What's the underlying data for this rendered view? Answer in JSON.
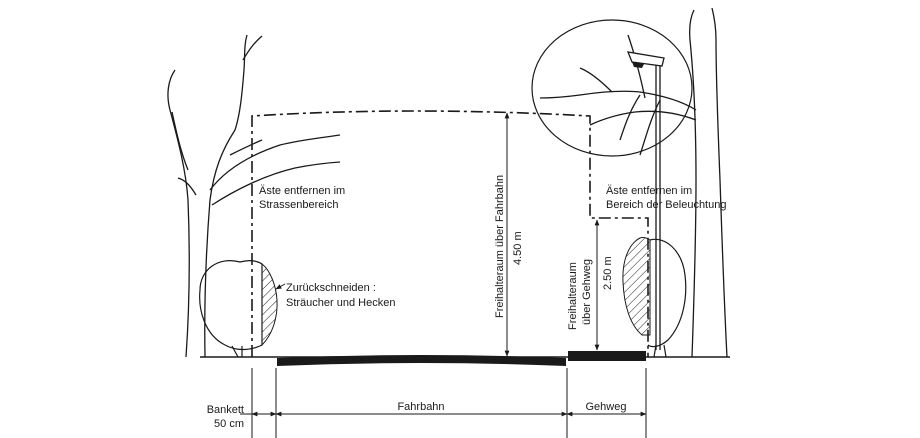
{
  "labels": {
    "branches_road": [
      "Äste entfernen im",
      "Strassenbereich"
    ],
    "branches_light": [
      "Äste entfernen im",
      "Bereich der Beleuchtung"
    ],
    "prune": [
      "Zurückschneiden :",
      "Sträucher und Hecken"
    ],
    "clearance_road": "Freihalteraum über Fahrbahn",
    "height_road": "4.50 m",
    "clearance_walk": [
      "Freihalteraum",
      "über Gehweg"
    ],
    "height_walk": "2.50 m"
  },
  "dimensions": {
    "bankett": [
      "Bankett",
      "50 cm"
    ],
    "fahrbahn": "Fahrbahn",
    "gehweg": "Gehweg"
  }
}
